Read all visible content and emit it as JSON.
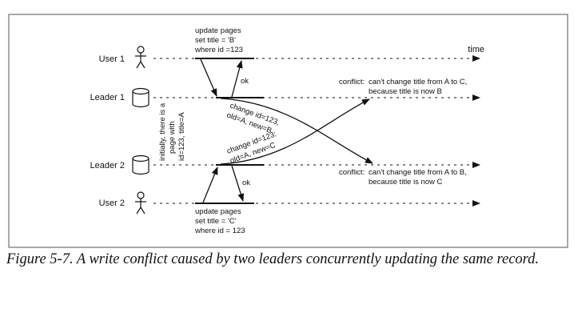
{
  "actors": [
    {
      "label": "User 1",
      "icon": "user-icon"
    },
    {
      "label": "Leader 1",
      "icon": "database-icon"
    },
    {
      "label": "Leader 2",
      "icon": "database-icon"
    },
    {
      "label": "User 2",
      "icon": "user-icon"
    }
  ],
  "time_label": "time",
  "initial_note": [
    "initially, there is a",
    "page with",
    "id=123, title=A"
  ],
  "user1_request": [
    "update pages",
    "set title = 'B'",
    "where id =123"
  ],
  "user2_request": [
    "update pages",
    "set title = 'C'",
    "where id = 123"
  ],
  "ok_top": "ok",
  "ok_bottom": "ok",
  "replication_1to2": [
    "change id=123,",
    "old=A, new=B"
  ],
  "replication_2to1": [
    "change id=123:",
    "old=A, new=C"
  ],
  "conflict_leader1": [
    "conflict:",
    "can't change title from A to C,",
    "because title is now B"
  ],
  "conflict_leader2": [
    "conflict:",
    "can't change title from A to B,",
    "because title is now C"
  ],
  "caption": "Figure 5-7. A write conflict caused by two leaders concurrently updating the same record."
}
